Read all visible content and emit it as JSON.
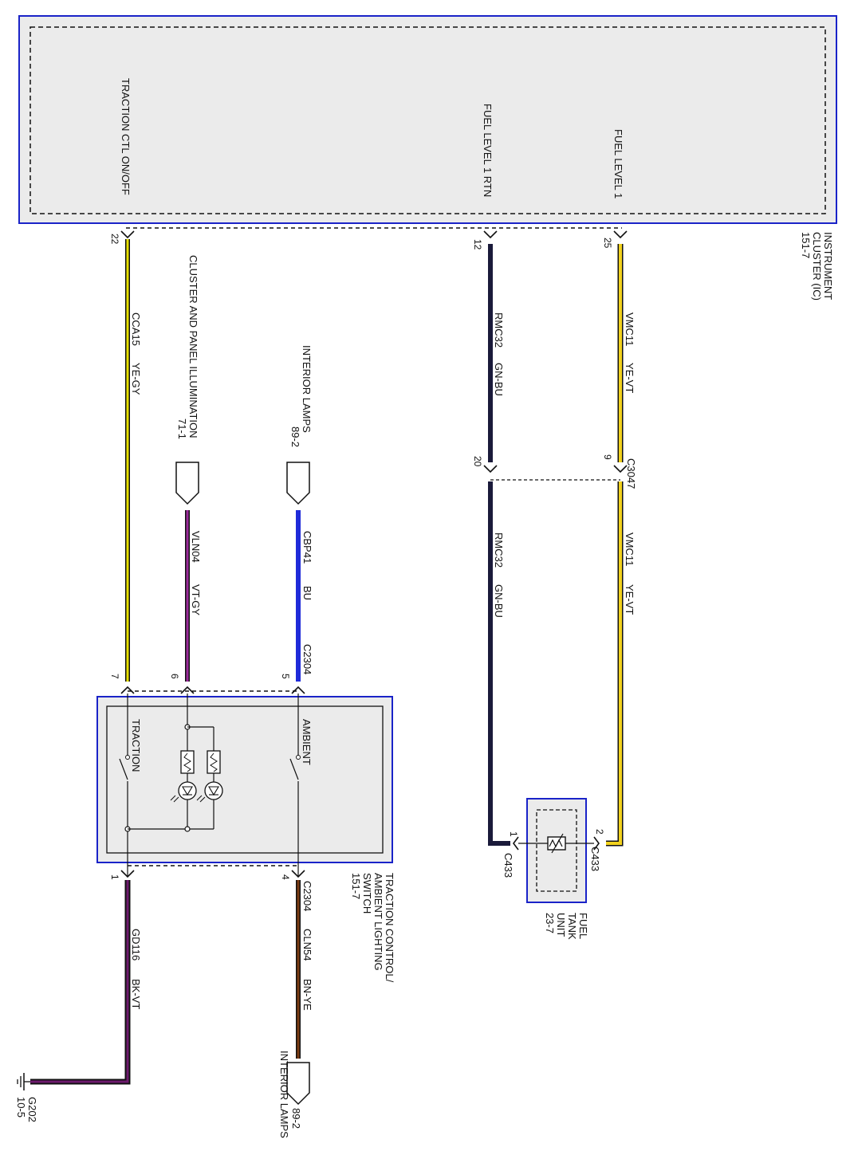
{
  "instrument_cluster": {
    "name_line1": "INSTRUMENT",
    "name_line2": "CLUSTER (IC)",
    "ref": "151-7",
    "signal_traction": "TRACTION CTL ON/OFF",
    "signal_fuel_rtn": "FUEL LEVEL 1 RTN",
    "signal_fuel": "FUEL LEVEL 1",
    "pin_traction": "22",
    "pin_fuel_rtn": "12",
    "pin_fuel": "25"
  },
  "wires": {
    "cca15": {
      "circuit": "CCA15",
      "color_code": "YE-GY",
      "color": "#e8e000"
    },
    "rmc32": {
      "circuit": "RMC32",
      "color_code": "GN-BU",
      "color": "#1a1a3a"
    },
    "vmc11": {
      "circuit": "VMC11",
      "color_code": "YE-VT",
      "color": "#f2d21e"
    },
    "vln04": {
      "circuit": "VLN04",
      "color_code": "VT-GY",
      "color": "#9b2a9b"
    },
    "cbp41": {
      "circuit": "CBP41",
      "color_code": "BU",
      "color": "#1f2bd9"
    },
    "gd116": {
      "circuit": "GD116",
      "color_code": "BK-VT",
      "color": "#6d1a6d"
    },
    "cln54": {
      "circuit": "CLN54",
      "color_code": "BN-YE",
      "color": "#7a3b12"
    }
  },
  "connectors": {
    "c3047": {
      "name": "C3047",
      "pin_rtn": "20",
      "pin_fuel": "9"
    },
    "c2304_top": {
      "name": "C2304",
      "pin_7": "7",
      "pin_6": "6",
      "pin_5": "5"
    },
    "c2304_bottom": {
      "name": "C2304",
      "pin_1": "1",
      "pin_4": "4"
    },
    "c433": {
      "name": "C433",
      "pin_1": "1",
      "pin_2": "2"
    }
  },
  "references": {
    "cluster_panel_illum": {
      "name": "CLUSTER AND PANEL ILLUMINATION",
      "ref": "71-1"
    },
    "interior_lamps_top": {
      "name": "INTERIOR LAMPS",
      "ref": "89-2"
    },
    "interior_lamps_bottom": {
      "name": "INTERIOR LAMPS",
      "ref": "89-2"
    },
    "ground": {
      "name": "G202",
      "ref": "10-5"
    }
  },
  "switch": {
    "line1": "TRACTION CONTROL/",
    "line2": "AMBIENT LIGHTING",
    "line3": "SWITCH",
    "ref": "151-7",
    "traction_label": "TRACTION",
    "ambient_label": "AMBIENT"
  },
  "fuel_tank_unit": {
    "line1": "FUEL",
    "line2": "TANK",
    "line3": "UNIT",
    "ref": "23-7"
  },
  "colors": {
    "module_border": "#1a23c8",
    "module_fill": "#ebebeb",
    "line": "#111111"
  }
}
